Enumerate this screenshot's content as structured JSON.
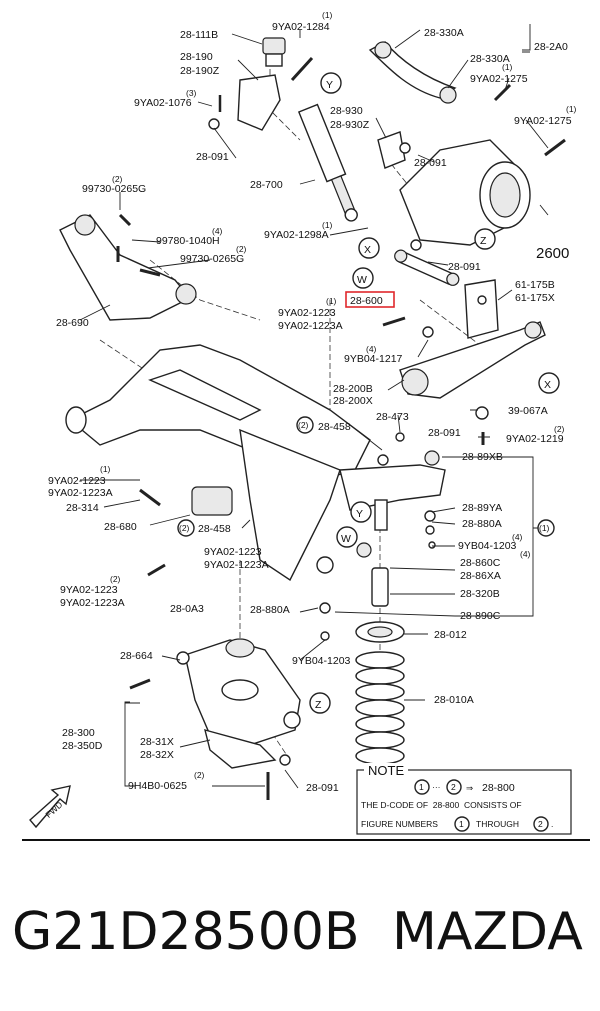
{
  "diagram": {
    "labels": [
      "28-111B",
      "9YA02-1284",
      "(1)",
      "28-190",
      "28-190Z",
      "9YA02-1076",
      "(3)",
      "28-091",
      "28-330A",
      "28-2A0",
      "28-330A",
      "9YA02-1275",
      "9YA02-1275",
      "28-930",
      "28-930Z",
      "28-091",
      "28-700",
      "99730-0265G",
      "99780-1040H",
      "99730-0265G",
      "28-690",
      "9YA02-1298A",
      "28-091",
      "2600",
      "61-175B",
      "61-175X",
      "28-600",
      "9YA02-1223",
      "9YA02-1223A",
      "9YB04-1217",
      "28-200B",
      "28-200X",
      "28-473",
      "28-091",
      "39-067A",
      "9YA02-1219",
      "28-458",
      "28-89XB",
      "9YA02-1223",
      "9YA02-1223A",
      "28-314",
      "28-89YA",
      "28-680",
      "28-458",
      "28-880A",
      "9YB04-1203",
      "9YA02-1223",
      "9YA02-1223A",
      "28-860C",
      "28-86XA",
      "9YA02-1223",
      "9YA02-1223A",
      "28-320B",
      "28-0A3",
      "28-880A",
      "28-890C",
      "28-012",
      "28-664",
      "9YB04-1203",
      "28-010A",
      "28-300",
      "28-350D",
      "28-31X",
      "28-32X",
      "9H4B0-0625",
      "28-091"
    ],
    "small_marks": [
      "(1)",
      "(2)",
      "(3)",
      "(4)"
    ],
    "letter_marks": [
      "Y",
      "X",
      "Z",
      "W",
      "Y",
      "W",
      "X",
      "Z"
    ],
    "fwd_label": "FWD",
    "highlighted_part": "28-600",
    "note": {
      "title": "NOTE",
      "line1_from": "1",
      "line1_to": "2",
      "line1_target": "28-800",
      "line2": "THE D-CODE OF  28-800  CONSISTS OF",
      "line3_pre": "FIGURE NUMBERS",
      "line3_mid": "THROUGH",
      "line3_a": "1",
      "line3_b": "2"
    }
  },
  "caption": {
    "part_number": "G21D28500B",
    "brand": "MAZDA"
  }
}
